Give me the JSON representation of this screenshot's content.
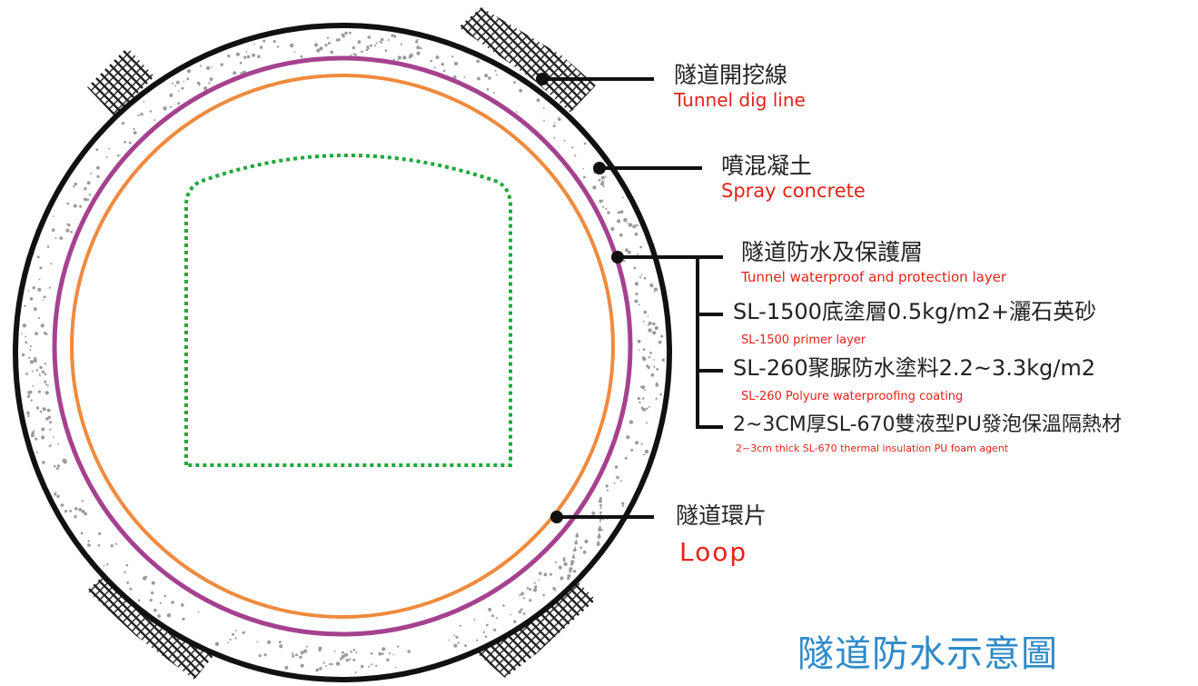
{
  "title": "隧道防水示意圖",
  "colors": {
    "outer_ring": "#111111",
    "magenta_ring": "#a5428f",
    "orange_ring": "#ef8a3e",
    "green_outline": "#1fa83a",
    "leader": "#111111",
    "label_cn": "#222222",
    "label_en": "#e2231a",
    "title": "#2f8ac9",
    "hatch": "#222222",
    "speckle": "#9a9a9a"
  },
  "labels": {
    "dig_line": {
      "cn": "隧道開挖線",
      "en": "Tunnel dig line"
    },
    "spray_concrete": {
      "cn": "噴混凝土",
      "en": "Spray concrete"
    },
    "waterproof": {
      "cn": "隧道防水及保護層",
      "en": "Tunnel waterproof and protection layer"
    },
    "sl1500": {
      "cn": "SL-1500底塗層0.5kg/m2+灑石英砂",
      "en": "SL-1500 primer layer"
    },
    "sl260": {
      "cn": "SL-260聚脲防水塗料2.2~3.3kg/m2",
      "en": "SL-260 Polyure waterproofing coating"
    },
    "sl670": {
      "cn": "2~3CM厚SL-670雙液型PU發泡保溫隔熱材",
      "en": "2~3cm thick SL-670 thermal insulation PU foam agent"
    },
    "loop": {
      "cn": "隧道環片",
      "en": "Loop"
    }
  }
}
